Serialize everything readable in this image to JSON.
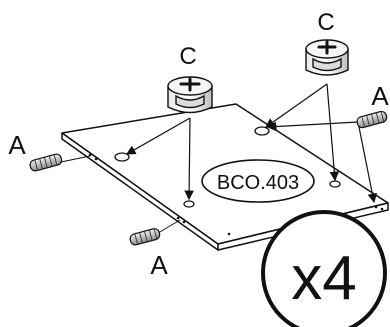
{
  "diagram": {
    "part_code": "BCO.403",
    "quantity": "x4",
    "labels": {
      "cam_lock_left": "C",
      "cam_lock_right": "C",
      "dowel_left": "A",
      "dowel_bottom": "A",
      "dowel_right": "A"
    }
  }
}
